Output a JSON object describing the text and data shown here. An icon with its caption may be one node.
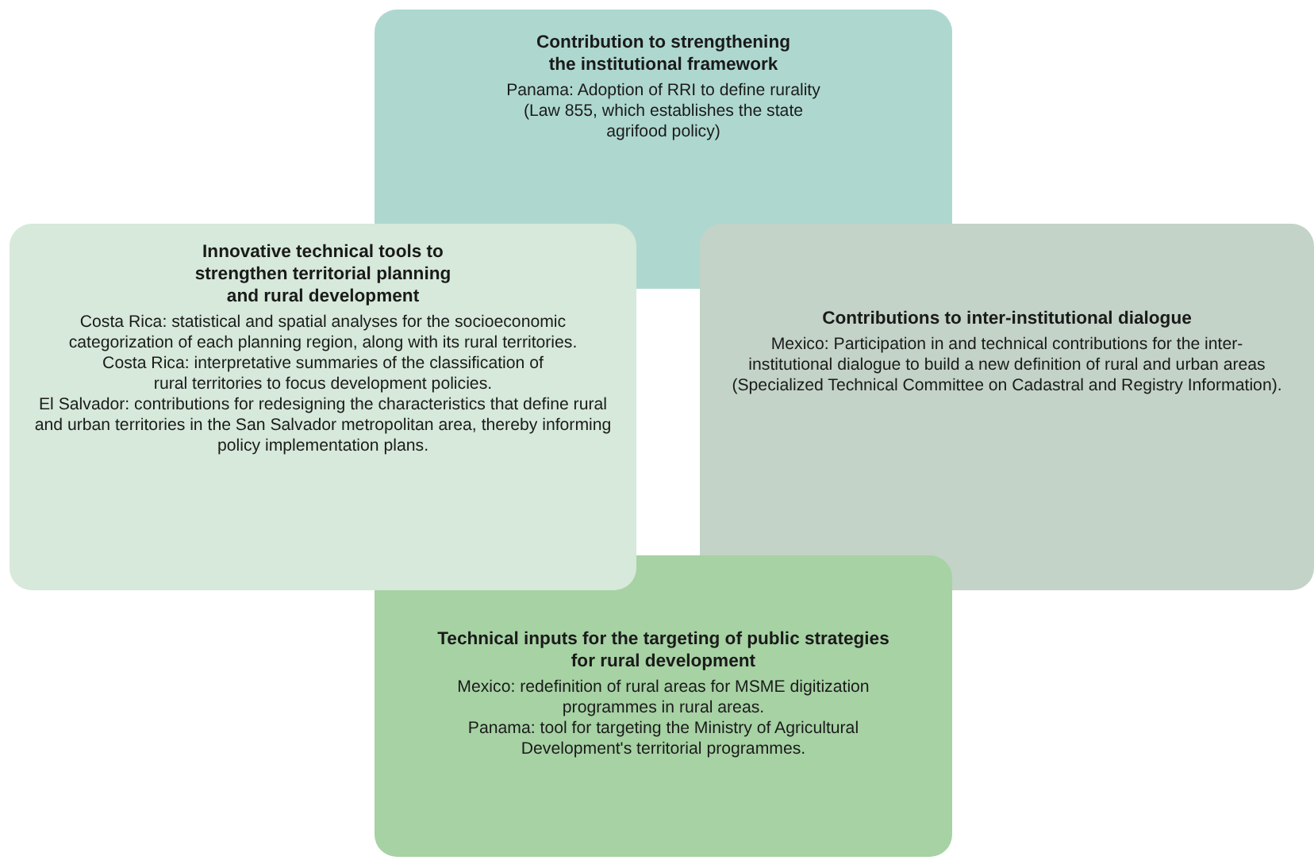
{
  "diagram": {
    "nodes": [
      {
        "text": [
          "Contribution to strengthening the institutional framework",
          "Panama: Adoption of RRI to define rurality (Law 855, which establishes the state agrifood policy)"
        ]
      },
      {
        "text": [
          "Innovative technical tools to strengthen territorial planning and rural development",
          "Costa Rica: statistical and spatial analyses for the socioeconomic categorization of each planning region, along with its rural territories.",
          "Costa Rica: interpretative summaries of the classification of rural territories to focus development policies.",
          "El Salvador: contributions for redesigning the characteristics that define rural and urban territories in the San Salvador metropolitan area, thereby informing policy implementation plans."
        ]
      },
      {
        "text": [
          "Contributions to inter-institutional dialogue",
          "Mexico: Participation in and technical contributions for the inter-institutional dialogue to build a new definition of rural and urban areas (Specialized Technical Committee on Cadastral and Registry Information)."
        ]
      },
      {
        "text": [
          "Technical inputs for the targeting of public strategies for rural development",
          "Mexico: redefinition of rural areas for MSME digitization programmes in rural areas.",
          "Panama: tool for targeting the Ministry of Agricultural Development's territorial programmes."
        ]
      }
    ]
  }
}
